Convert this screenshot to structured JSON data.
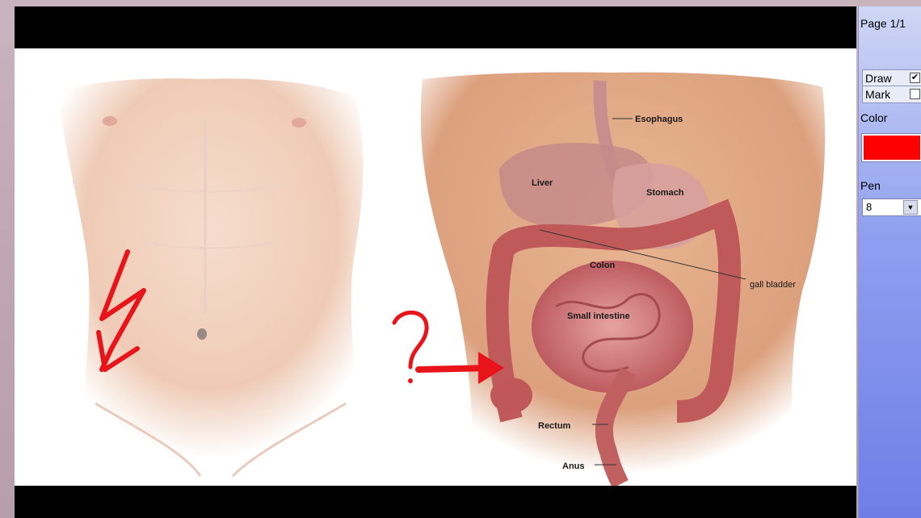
{
  "panel": {
    "page_label": "Page 1/1",
    "draw_label": "Draw",
    "draw_checked": true,
    "mark_label": "Mark",
    "mark_checked": false,
    "color_label": "Color",
    "color_value": "#ff0000",
    "pen_label": "Pen",
    "pen_value": "8"
  },
  "slide": {
    "labels": {
      "esophagus": "Esophagus",
      "liver": "Liver",
      "stomach": "Stomach",
      "colon": "Colon",
      "gall_bladder": "gall bladder",
      "small_intestine": "Small intestine",
      "rectum": "Rectum",
      "anus": "Anus"
    },
    "annotation_color": "#e8141a"
  }
}
